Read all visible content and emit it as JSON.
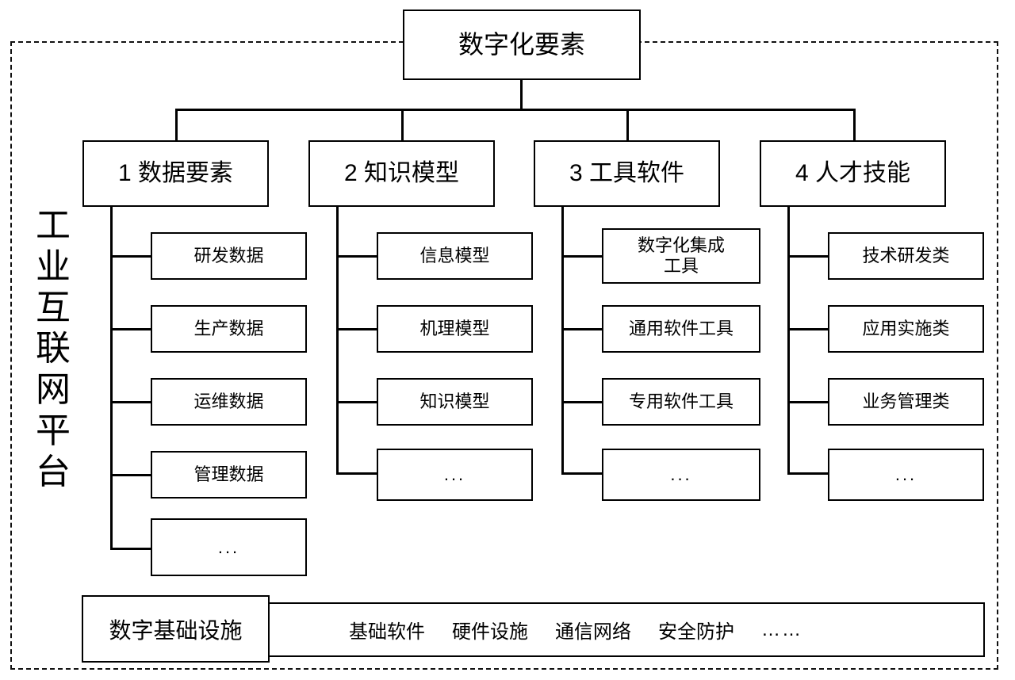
{
  "diagram": {
    "title": "数字化要素",
    "platform_label_chars": [
      "工",
      "业",
      "互",
      "联",
      "网",
      "平",
      "台"
    ],
    "branches": [
      {
        "id": "data-elements",
        "label": "1 数据要素",
        "children": [
          {
            "label": "研发数据"
          },
          {
            "label": "生产数据"
          },
          {
            "label": "运维数据"
          },
          {
            "label": "管理数据"
          },
          {
            "label": "..."
          }
        ]
      },
      {
        "id": "knowledge-models",
        "label": "2 知识模型",
        "children": [
          {
            "label": "信息模型"
          },
          {
            "label": "机理模型"
          },
          {
            "label": "知识模型"
          },
          {
            "label": "..."
          }
        ]
      },
      {
        "id": "tool-software",
        "label": "3 工具软件",
        "children": [
          {
            "line1": "数字化集成",
            "line2": "工具"
          },
          {
            "label": "通用软件工具"
          },
          {
            "label": "专用软件工具"
          },
          {
            "label": "..."
          }
        ]
      },
      {
        "id": "talent-skills",
        "label": "4 人才技能",
        "children": [
          {
            "label": "技术研发类"
          },
          {
            "label": "应用实施类"
          },
          {
            "label": "业务管理类"
          },
          {
            "label": "..."
          }
        ]
      }
    ],
    "infrastructure": {
      "label": "数字基础设施",
      "items": [
        "基础软件",
        "硬件设施",
        "通信网络",
        "安全防护",
        "……"
      ]
    },
    "colors": {
      "stroke": "#000000",
      "background": "#ffffff",
      "frame_dashed": "#111111"
    }
  }
}
